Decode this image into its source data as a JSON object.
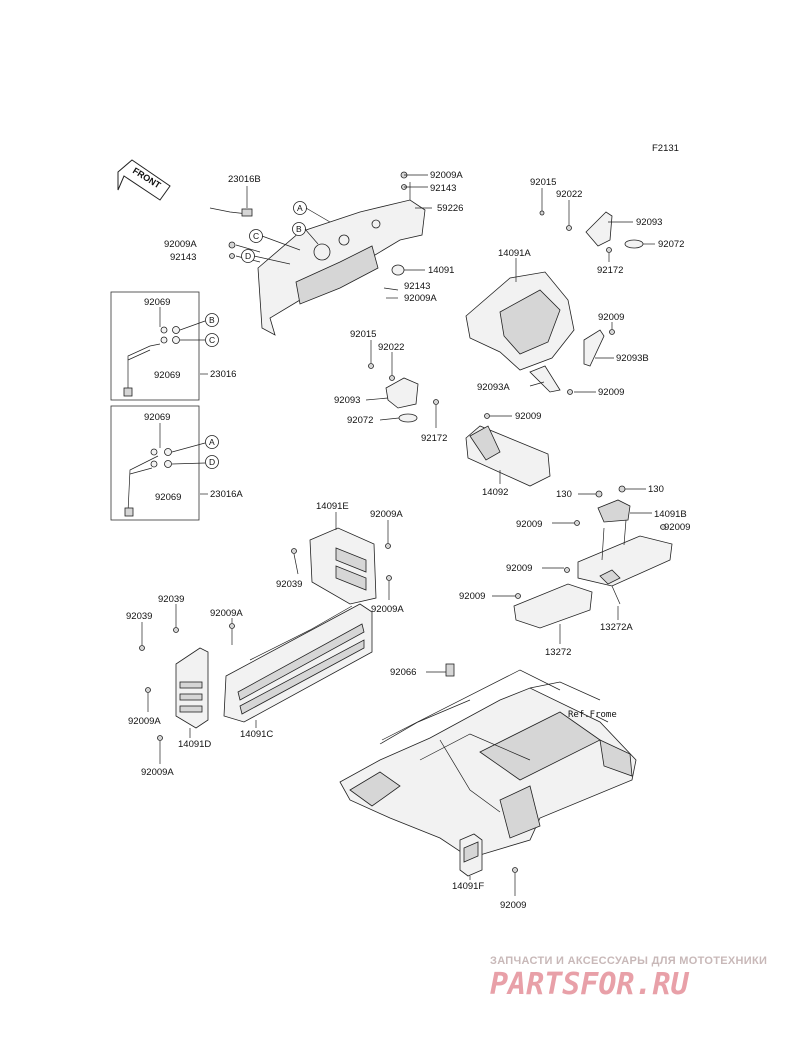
{
  "figure_code": "F2131",
  "front_label": "FRONT",
  "ref_frame_label": "Ref.Frome",
  "circle_markers": [
    "A",
    "B",
    "C",
    "D"
  ],
  "watermark": {
    "tagline": "ЗАПЧАСТИ И АКСЕССУАРЫ ДЛЯ МОТОТЕХНИКИ",
    "brand": "PARTSFOR.RU"
  },
  "part_labels": [
    "23016B",
    "92009A",
    "92143",
    "59226",
    "14091",
    "92143",
    "92009A",
    "92009A",
    "92143",
    "92015",
    "92022",
    "92093",
    "92072",
    "92172",
    "14091A",
    "92009",
    "92093B",
    "92093A",
    "92009",
    "92015",
    "92022",
    "92093",
    "92072",
    "92172",
    "92069",
    "23016",
    "92069",
    "92069",
    "23016A",
    "92069",
    "92009",
    "14092",
    "130",
    "130",
    "14091B",
    "92009",
    "92009",
    "14091E",
    "92009A",
    "92039",
    "92009A",
    "92009",
    "92009",
    "13272A",
    "13272",
    "92039",
    "92039",
    "92009A",
    "92009A",
    "14091D",
    "14091C",
    "92009A",
    "92066",
    "14091F",
    "92009"
  ]
}
